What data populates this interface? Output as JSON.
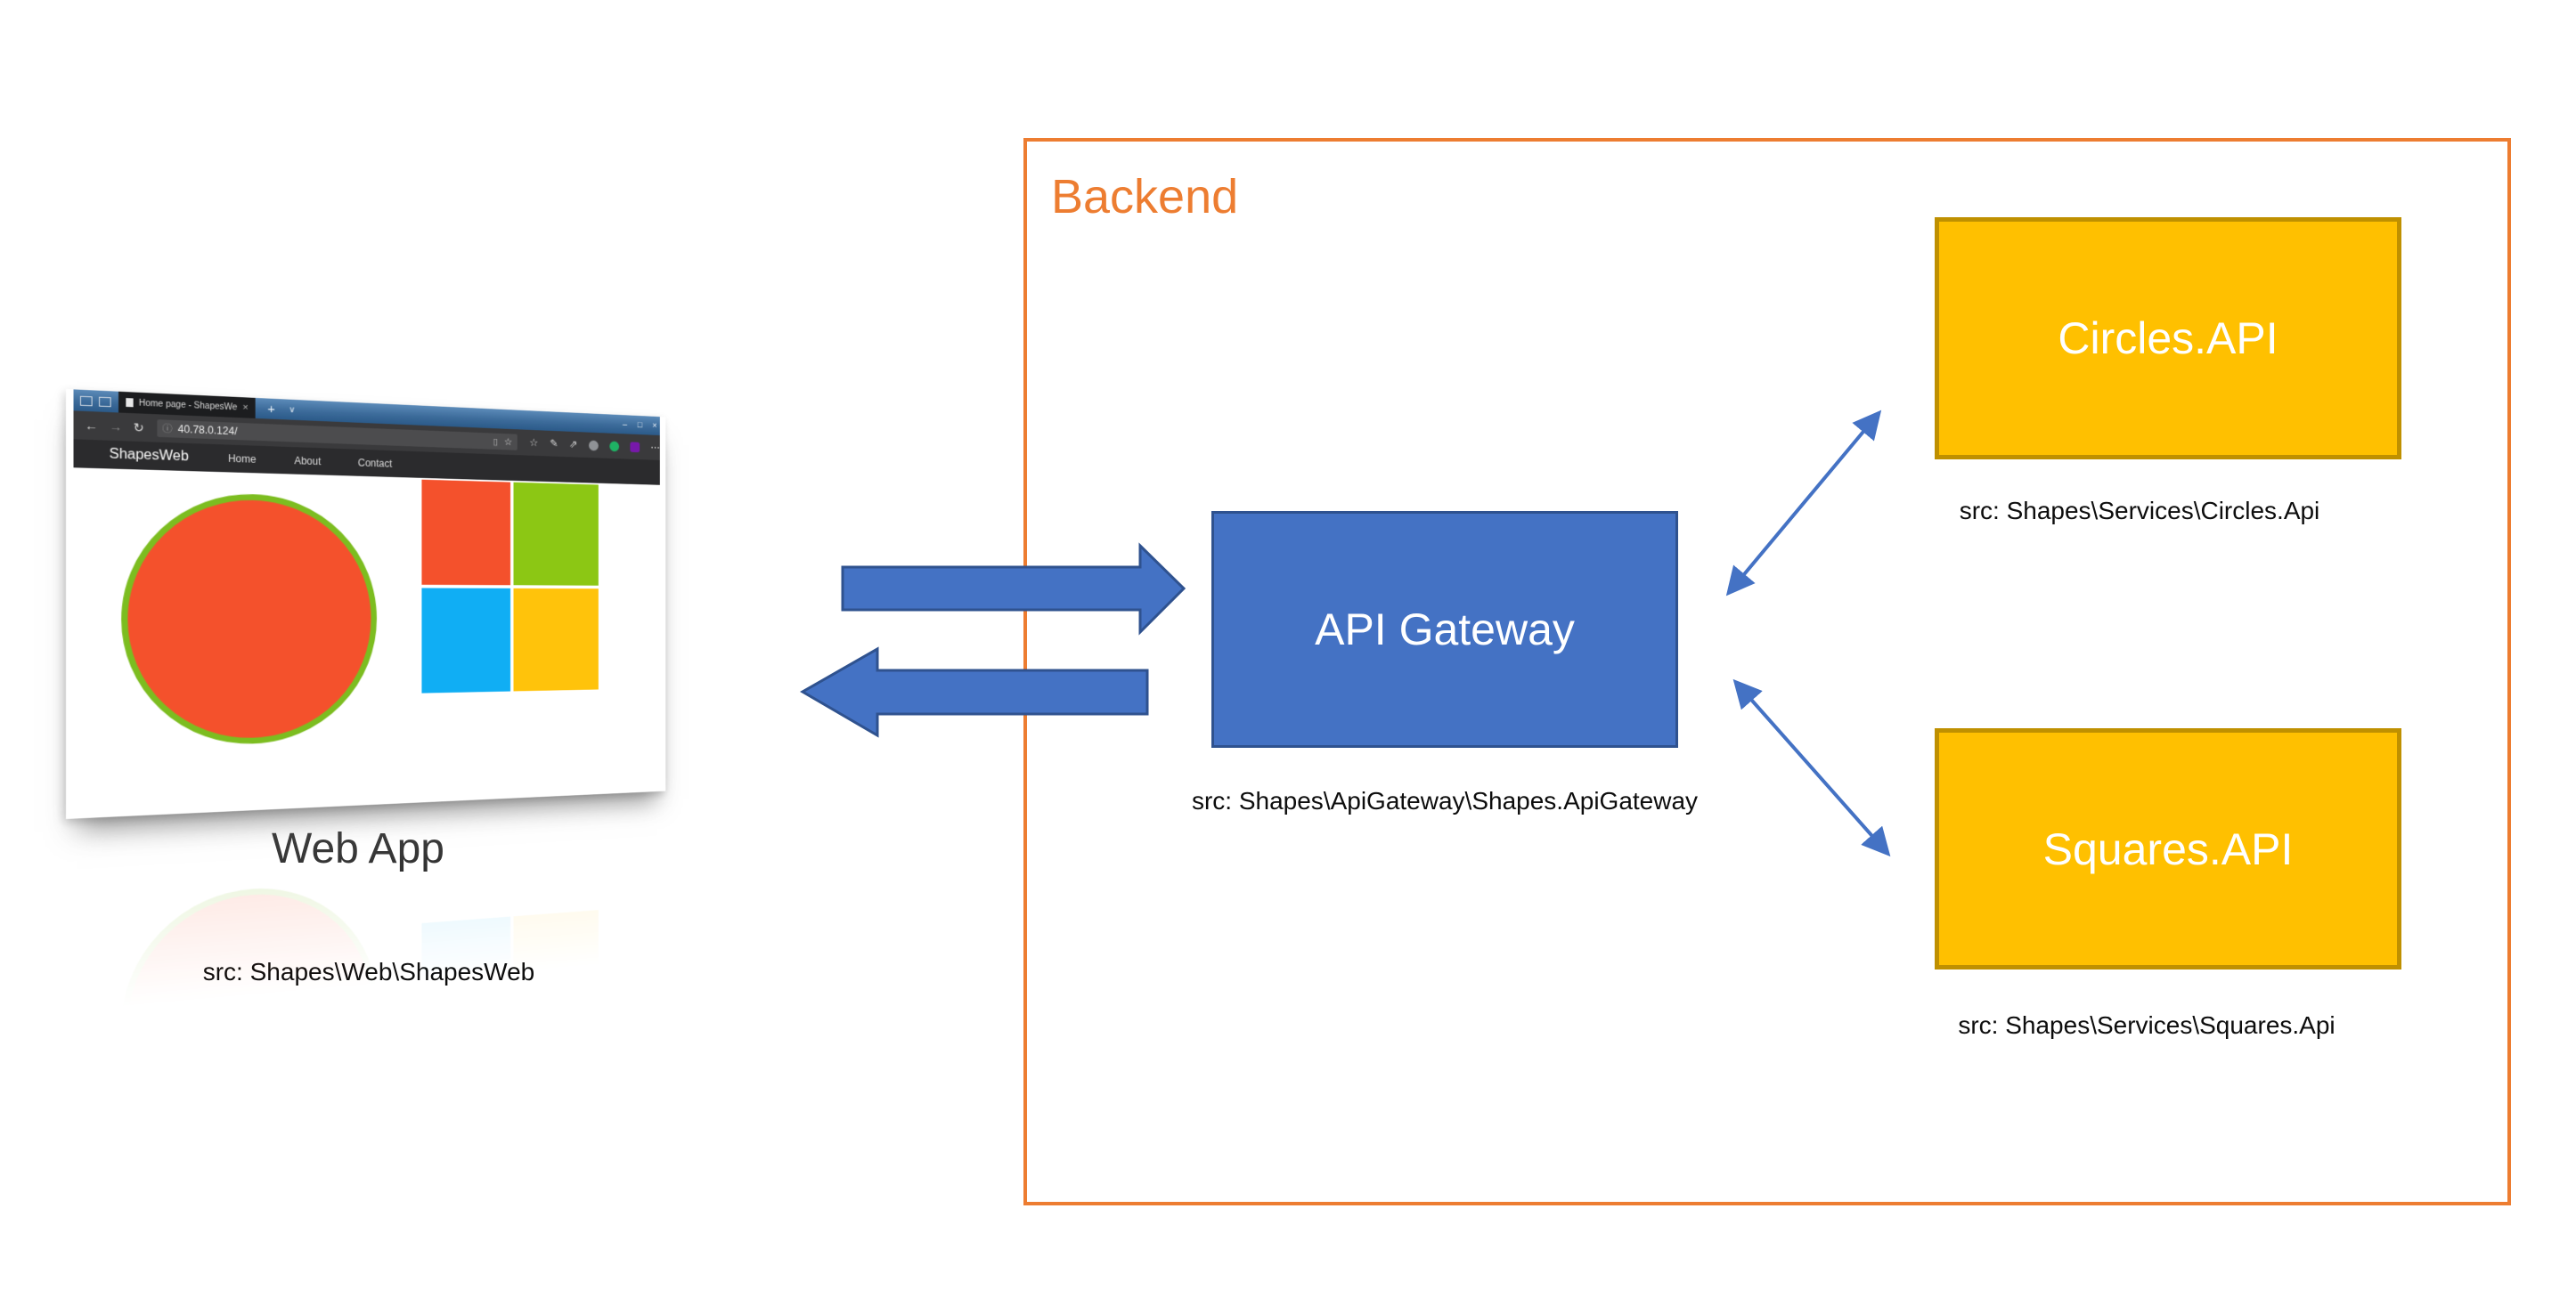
{
  "web_app": {
    "title": "Web App",
    "src_label": "src: Shapes\\Web\\ShapesWeb",
    "browser": {
      "tab_title": "Home page - ShapesWe",
      "url": "40.78.0.124/",
      "brand": "ShapesWeb",
      "nav": {
        "home": "Home",
        "about": "About",
        "contact": "Contact"
      },
      "icons": {
        "back": "←",
        "forward": "→",
        "refresh": "↻",
        "info": "ⓘ",
        "reading_view": "▯",
        "favorite_star": "☆",
        "hub": "☆",
        "annotate": "✎",
        "share": "⇗",
        "more": "⋯",
        "minimize": "–",
        "restore": "□",
        "close": "×",
        "new_tab": "+",
        "tab_dropdown": "∨",
        "tab_close": "×"
      }
    }
  },
  "backend": {
    "title": "Backend",
    "api_gateway": {
      "label": "API Gateway",
      "src_label": "src: Shapes\\ApiGateway\\Shapes.ApiGateway"
    },
    "circles_api": {
      "label": "Circles.API",
      "src_label": "src: Shapes\\Services\\Circles.Api"
    },
    "squares_api": {
      "label": "Squares.API",
      "src_label": "src: Shapes\\Services\\Squares.Api"
    }
  },
  "colors": {
    "backend_border": "#ED7D31",
    "gateway_fill": "#4472C4",
    "gateway_border": "#2F528F",
    "service_fill": "#FFC000",
    "service_border": "#BF9000",
    "arrow": "#4472C4"
  }
}
